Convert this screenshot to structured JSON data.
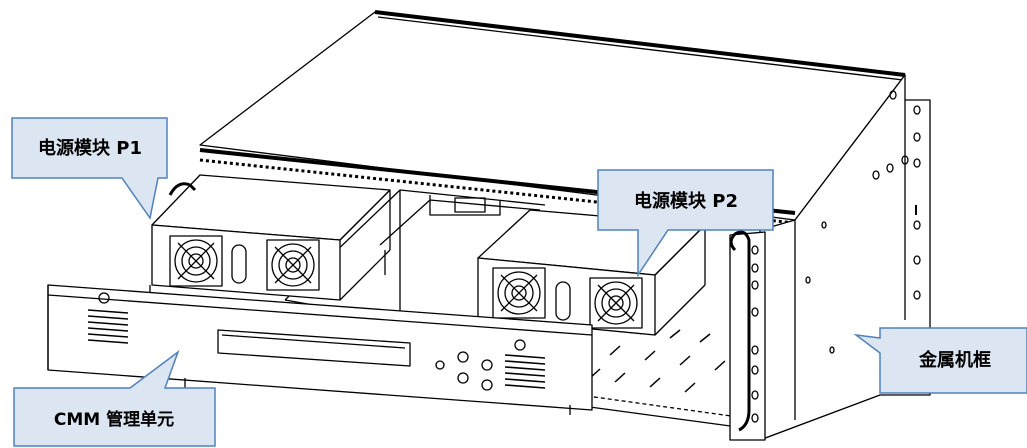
{
  "callouts": {
    "p1": "电源模块 P1",
    "p2": "电源模块 P2",
    "frame": "金属机框",
    "cmm": "CMM 管理单元"
  },
  "colors": {
    "callout_fill": "#DCE6F2",
    "callout_stroke": "#4F81BD",
    "line": "#000000"
  }
}
